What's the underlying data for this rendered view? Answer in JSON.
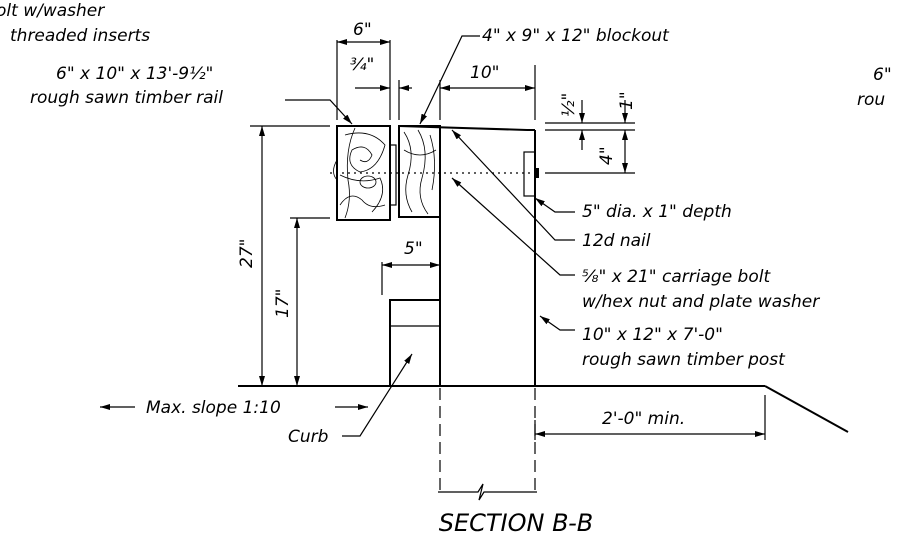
{
  "title": "SECTION B-B",
  "labels": {
    "top_left_line1": "olt w/washer",
    "top_left_line2": "threaded inserts",
    "rail_line1": "6\" x 10\" x 13'-9½\"",
    "rail_line2": "rough sawn timber rail",
    "blockout": "4\" x 9\" x 12\" blockout",
    "right_cut_line1": "6\"",
    "right_cut_line2": "rou",
    "recess": "5\" dia. x 1\" depth",
    "nail": "12d nail",
    "bolt_line1": "⅝\" x 21\" carriage bolt",
    "bolt_line2": "w/hex nut and plate washer",
    "post_line1": "10\" x 12\" x 7'-0\"",
    "post_line2": "rough sawn timber post",
    "slope": "Max. slope 1:10",
    "curb": "Curb",
    "offset": "2'-0\" min."
  },
  "dimensions": {
    "rail_width": "6\"",
    "rail_gap": "¾\"",
    "post_width": "10\"",
    "top_half": "½\"",
    "top_one": "1\"",
    "bolt_drop": "4\"",
    "rail_height": "27\"",
    "rail_bottom": "17\"",
    "curb_width": "5\""
  }
}
